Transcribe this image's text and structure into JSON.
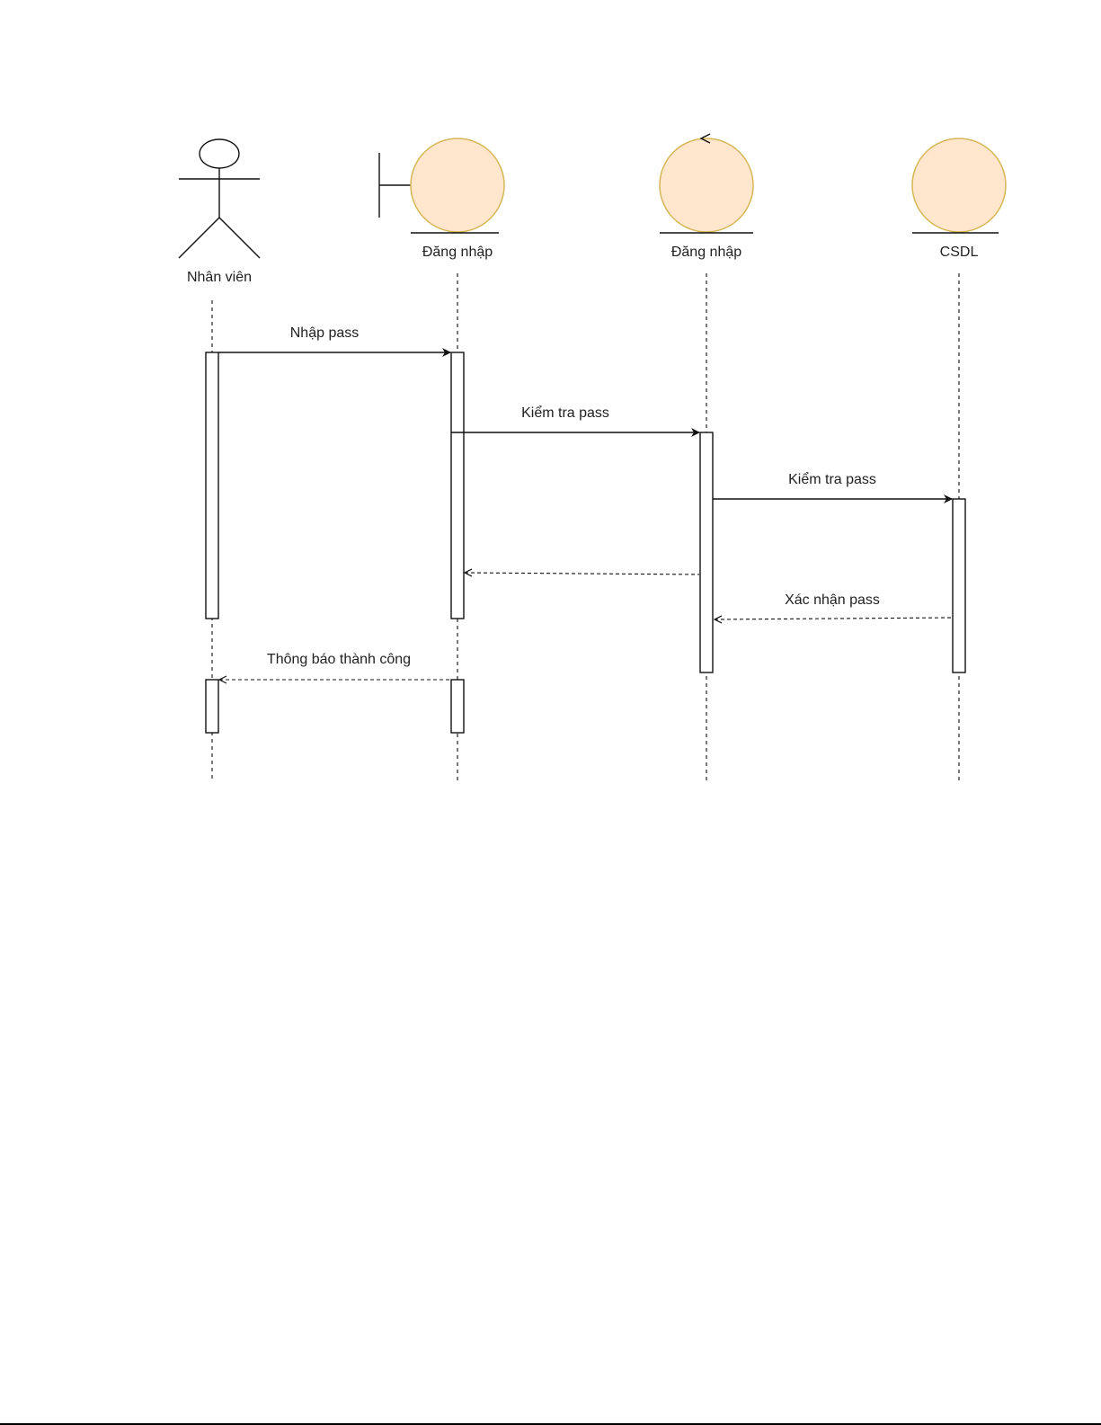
{
  "participants": [
    {
      "label": "Nhân viên",
      "type": "actor"
    },
    {
      "label": "Đăng nhập",
      "type": "boundary"
    },
    {
      "label": "Đăng nhập",
      "type": "control"
    },
    {
      "label": "CSDL",
      "type": "entity"
    }
  ],
  "messages": [
    {
      "label": "Nhập pass",
      "from": 0,
      "to": 1,
      "style": "sync"
    },
    {
      "label": "Kiểm tra pass",
      "from": 1,
      "to": 2,
      "style": "sync"
    },
    {
      "label": "Kiểm tra pass",
      "from": 2,
      "to": 3,
      "style": "sync"
    },
    {
      "label": "",
      "from": 2,
      "to": 1,
      "style": "return"
    },
    {
      "label": "Xác nhận pass",
      "from": 3,
      "to": 2,
      "style": "return"
    },
    {
      "label": "Thông báo thành công",
      "from": 1,
      "to": 0,
      "style": "return"
    }
  ],
  "colors": {
    "fill": "#ffe6cc",
    "stroke": "#d6b656"
  }
}
